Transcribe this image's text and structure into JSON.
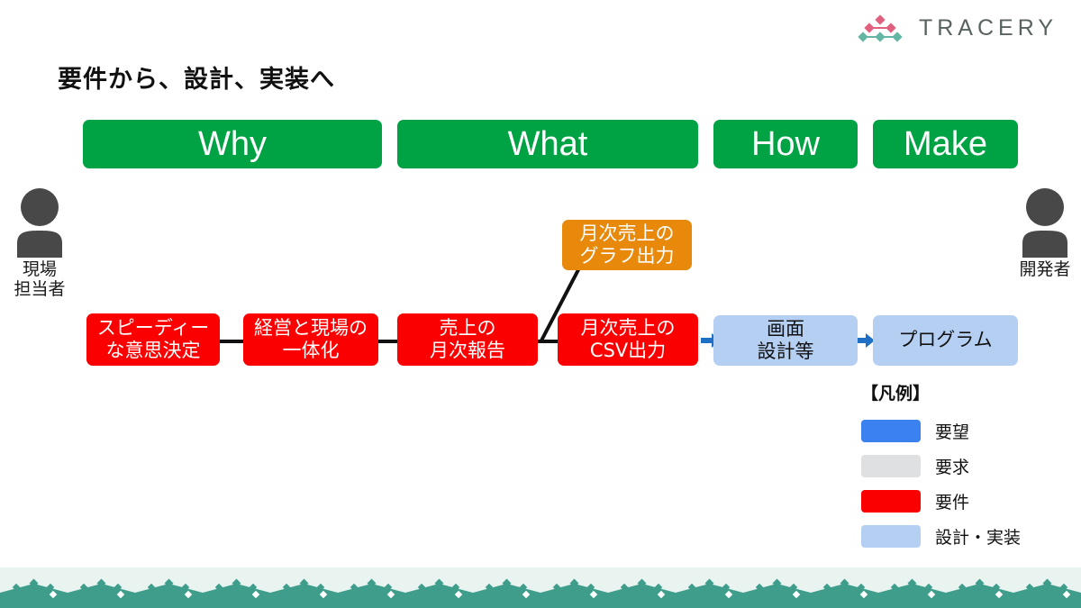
{
  "brand": {
    "name": "TRACERY",
    "logo_icon": "tracery-graph-logo",
    "mark_pink": "#e0607e",
    "mark_teal": "#63b5a4",
    "text_color": "#58625f"
  },
  "title": "要件から、設計、実装へ",
  "phases": [
    {
      "label": "Why",
      "color": "#00a344"
    },
    {
      "label": "What",
      "color": "#00a344"
    },
    {
      "label": "How",
      "color": "#00a344"
    },
    {
      "label": "Make",
      "color": "#00a344"
    }
  ],
  "actors": {
    "left": {
      "label": "現場\n担当者",
      "icon": "person-icon"
    },
    "right": {
      "label": "開発者",
      "icon": "person-icon"
    }
  },
  "nodes": [
    {
      "id": "n1",
      "label": "スピーディー\nな意思決定",
      "category": "要件",
      "color": "#fa0000"
    },
    {
      "id": "n2",
      "label": "経営と現場の\n一体化",
      "category": "要件",
      "color": "#fa0000"
    },
    {
      "id": "n3",
      "label": "売上の\n月次報告",
      "category": "要件",
      "color": "#fa0000"
    },
    {
      "id": "n4",
      "label": "月次売上の\nCSV出力",
      "category": "要件",
      "color": "#fa0000"
    },
    {
      "id": "n5",
      "label": "月次売上の\nグラフ出力",
      "category": "要件",
      "color": "#e8890c"
    },
    {
      "id": "n6",
      "label": "画面\n設計等",
      "category": "設計・実装",
      "color": "#b5cff3"
    },
    {
      "id": "n7",
      "label": "プログラム",
      "category": "設計・実装",
      "color": "#b5cff3"
    }
  ],
  "legend": {
    "title": "【凡例】",
    "items": [
      {
        "label": "要望",
        "color": "#3b82f0"
      },
      {
        "label": "要求",
        "color": "#dfe0e2"
      },
      {
        "label": "要件",
        "color": "#fa0000"
      },
      {
        "label": "設計・実装",
        "color": "#b5cff3"
      }
    ]
  },
  "footer": {
    "band_color": "#3f9d8b",
    "tint_color": "#e9f4f1",
    "motif": "diamond-lattice"
  },
  "connector_color": "#111111",
  "arrow_color": "#1f6fc4"
}
